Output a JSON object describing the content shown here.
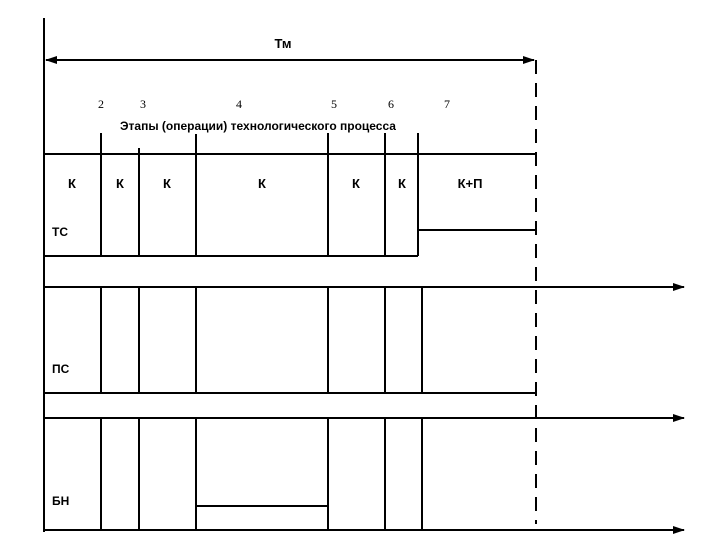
{
  "diagram": {
    "period_label": "Тм",
    "stages_caption": "Этапы (операции) технологического процесса",
    "stage_numbers": [
      "2",
      "3",
      "4",
      "5",
      "6",
      "7"
    ],
    "cell_labels": [
      "К",
      "К",
      "К",
      "К",
      "К",
      "К",
      "К+П"
    ],
    "row_labels": {
      "ts": "ТС",
      "ps": "ПС",
      "bn": "БН"
    }
  }
}
